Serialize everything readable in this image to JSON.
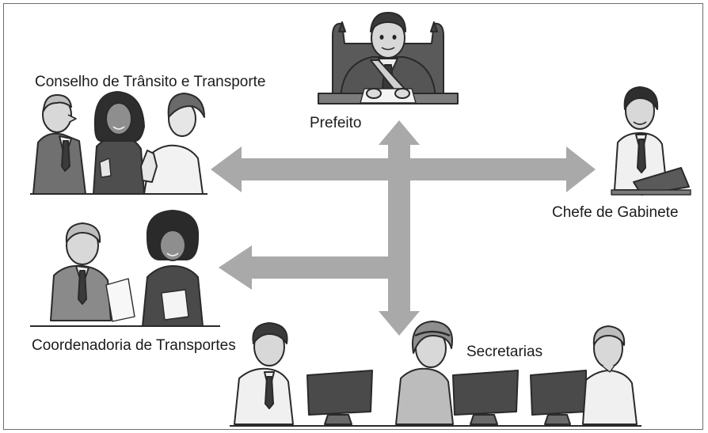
{
  "diagram": {
    "labels": {
      "conselho": "Conselho de Trânsito e Transporte",
      "prefeito": "Prefeito",
      "chefe": "Chefe de Gabinete",
      "coordenadoria": "Coordenadoria de Transportes",
      "secretarias": "Secretarias"
    },
    "colors": {
      "arrow": "#a9a9a9",
      "frame": "#6e6e6e",
      "figure_dark": "#4a4a4a",
      "figure_mid": "#8a8a8a",
      "figure_light": "#d4d4d4",
      "outline": "#2a2a2a"
    }
  }
}
